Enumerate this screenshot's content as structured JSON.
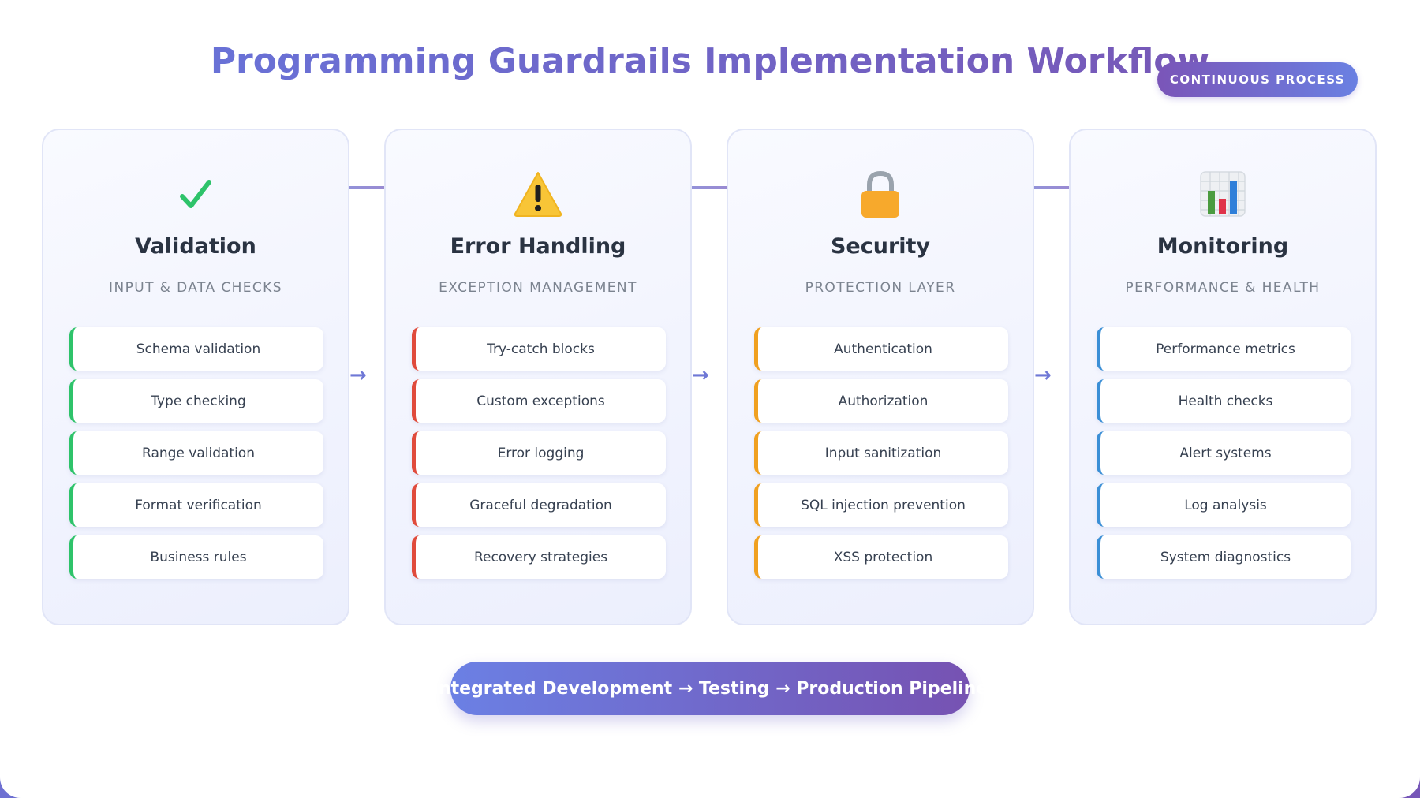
{
  "header": {
    "title": "Programming Guardrails Implementation Workflow",
    "badge": "CONTINUOUS PROCESS"
  },
  "arrows": [
    "→",
    "→",
    "→"
  ],
  "stages": [
    {
      "title": "Validation",
      "subtitle": "INPUT & DATA CHECKS",
      "icon": "check-mark-icon",
      "accent": "#2ec36a",
      "items": [
        "Schema validation",
        "Type checking",
        "Range validation",
        "Format verification",
        "Business rules"
      ]
    },
    {
      "title": "Error Handling",
      "subtitle": "EXCEPTION MANAGEMENT",
      "icon": "warning-icon",
      "accent": "#e04b3c",
      "items": [
        "Try-catch blocks",
        "Custom exceptions",
        "Error logging",
        "Graceful degradation",
        "Recovery strategies"
      ]
    },
    {
      "title": "Security",
      "subtitle": "PROTECTION LAYER",
      "icon": "lock-icon",
      "accent": "#f0a020",
      "items": [
        "Authentication",
        "Authorization",
        "Input sanitization",
        "SQL injection prevention",
        "XSS protection"
      ]
    },
    {
      "title": "Monitoring",
      "subtitle": "PERFORMANCE & HEALTH",
      "icon": "bar-chart-icon",
      "accent": "#3b8fd6",
      "items": [
        "Performance metrics",
        "Health checks",
        "Alert systems",
        "Log analysis",
        "System diagnostics"
      ]
    }
  ],
  "footer": {
    "pipeline": "Integrated Development → Testing → Production Pipeline"
  }
}
